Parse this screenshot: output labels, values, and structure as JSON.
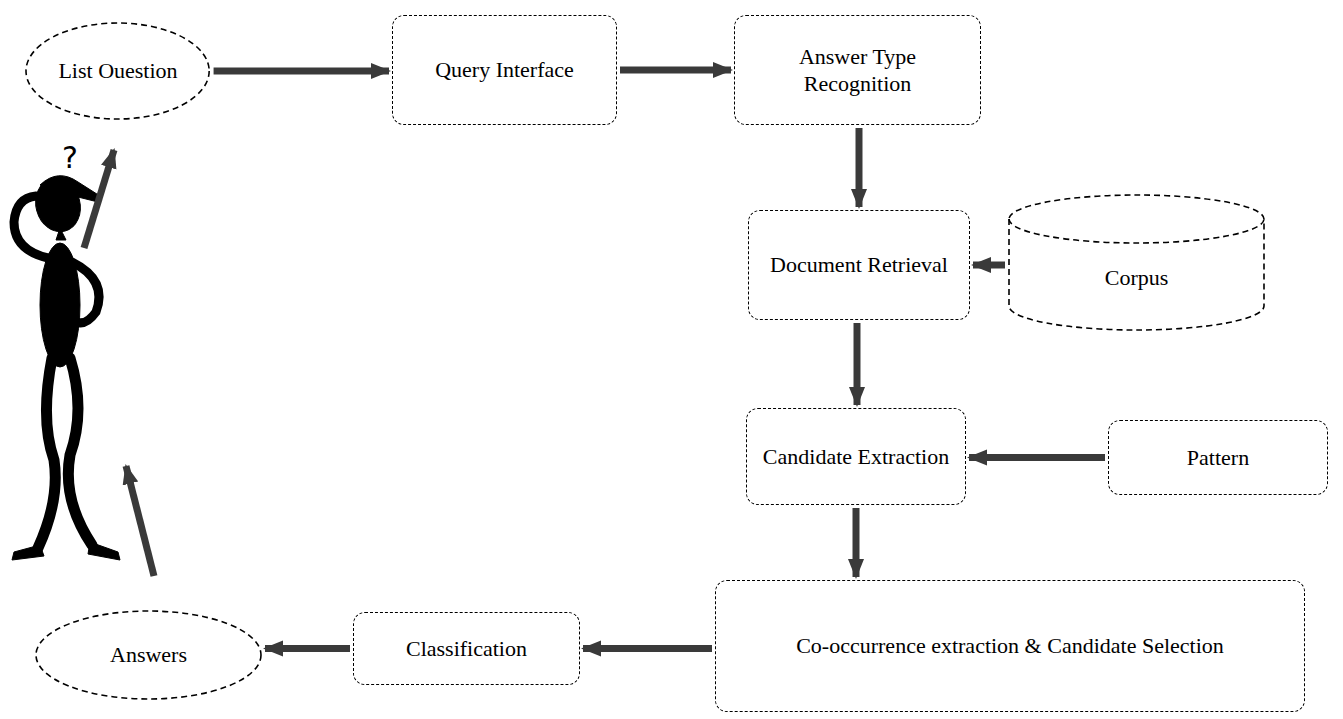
{
  "diagram": {
    "nodes": [
      {
        "text": [
          "List Ouestion"
        ]
      },
      {
        "text": [
          "Query Interface"
        ]
      },
      {
        "text": [
          "Answer Type Recognition"
        ]
      },
      {
        "text": [
          "Document Retrieval"
        ]
      },
      {
        "text": [
          "Corpus"
        ]
      },
      {
        "text": [
          "Candidate Extraction"
        ]
      },
      {
        "text": [
          "Pattern"
        ]
      },
      {
        "text": [
          "Co-occurrence extraction & Candidate Selection"
        ]
      },
      {
        "text": [
          "Classification"
        ]
      },
      {
        "text": [
          "Answers"
        ]
      }
    ],
    "edges": [
      {
        "from": 0,
        "to": 1,
        "arrow": "to"
      },
      {
        "from": 1,
        "to": 2,
        "arrow": "to"
      },
      {
        "from": 2,
        "to": 3,
        "arrow": "to"
      },
      {
        "from": 4,
        "to": 3,
        "arrow": "to"
      },
      {
        "from": 3,
        "to": 5,
        "arrow": "to"
      },
      {
        "from": 6,
        "to": 5,
        "arrow": "to"
      },
      {
        "from": 5,
        "to": 7,
        "arrow": "to"
      },
      {
        "from": 7,
        "to": 8,
        "arrow": "to"
      },
      {
        "from": 8,
        "to": 9,
        "arrow": "to"
      }
    ],
    "labels": [
      "?"
    ]
  }
}
